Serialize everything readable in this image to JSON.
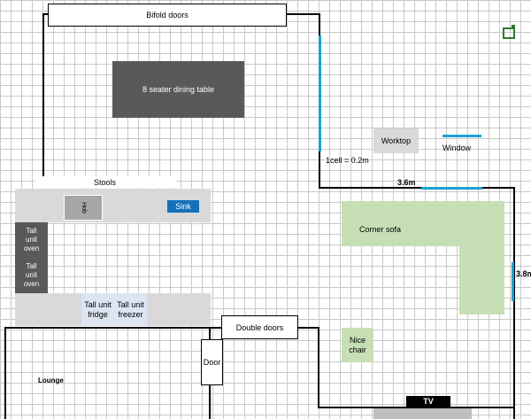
{
  "labels": {
    "bifold_doors": "Bifold doors",
    "dining_table": "8 seater dining table",
    "scale": "1cell = 0.2m",
    "worktop": "Worktop",
    "window": "Window",
    "dim_width": "3.6m",
    "dim_height": "3.8m",
    "stools": "Stools",
    "hob": "Hob",
    "sink": "Sink",
    "oven1": "Tall unit oven",
    "oven2": "Tall unit oven",
    "fridge": "Tall unit fridge",
    "freezer": "Tall unit freezer",
    "corner_sofa": "Corner sofa",
    "double_doors": "Double doors",
    "door": "Door",
    "nice_chair": "Nice chair",
    "lounge": "Lounge",
    "tv": "TV"
  },
  "colors": {
    "wall": "#000000",
    "window": "#1ba1d4",
    "table": "#595959",
    "counter": "#d9d9d9",
    "sofa": "#c6dfb4",
    "tall_unit_light": "#dde5f3",
    "oven": "#595959",
    "sink": "#1570b8",
    "hob": "#a6a6a6"
  }
}
